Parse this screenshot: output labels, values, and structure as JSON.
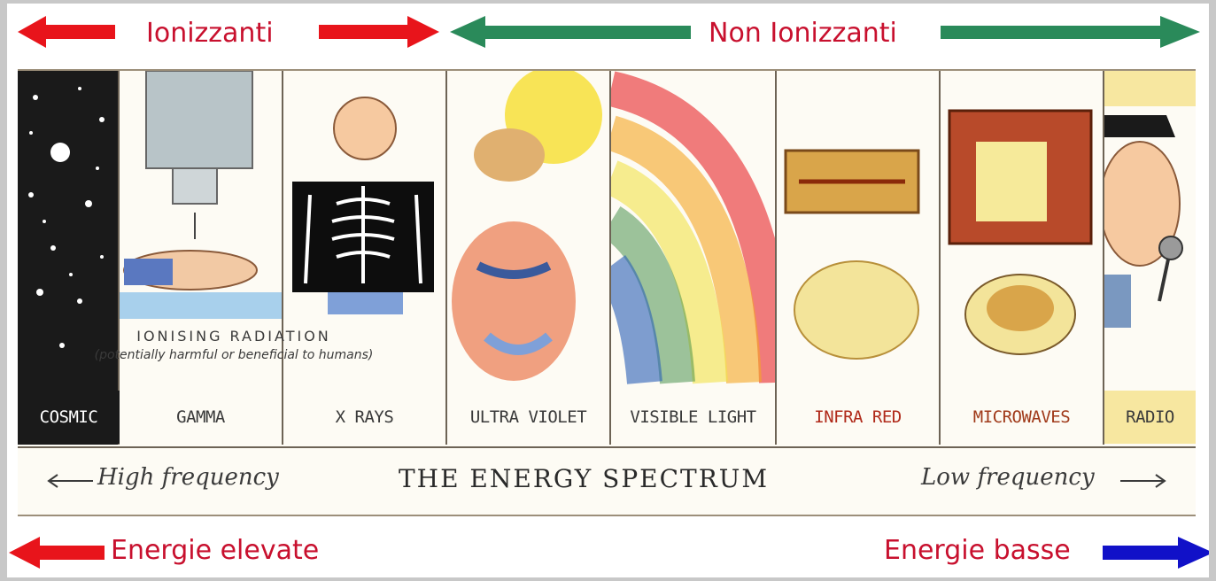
{
  "top": {
    "ionizing_label": "Ionizzanti",
    "non_ionizing_label": "Non Ionizzanti"
  },
  "bottom": {
    "high_energy_label": "Energie elevate",
    "low_energy_label": "Energie basse"
  },
  "spectrum": {
    "title": "THE ENERGY SPECTRUM",
    "high_frequency": "High frequency",
    "low_frequency": "Low frequency",
    "ionising_title": "IONISING RADIATION",
    "ionising_subtitle": "(potentially harmful or beneficial to humans)",
    "bands": [
      "COSMIC",
      "GAMMA",
      "X RAYS",
      "ULTRA VIOLET",
      "VISIBLE LIGHT",
      "INFRA RED",
      "MICROWAVES",
      "RADIO"
    ]
  },
  "colors": {
    "ionizing_arrow": "#e8141b",
    "non_ionizing_arrow": "#2a8a5a",
    "low_energy_arrow": "#1111c8",
    "label_red": "#c8102e"
  }
}
